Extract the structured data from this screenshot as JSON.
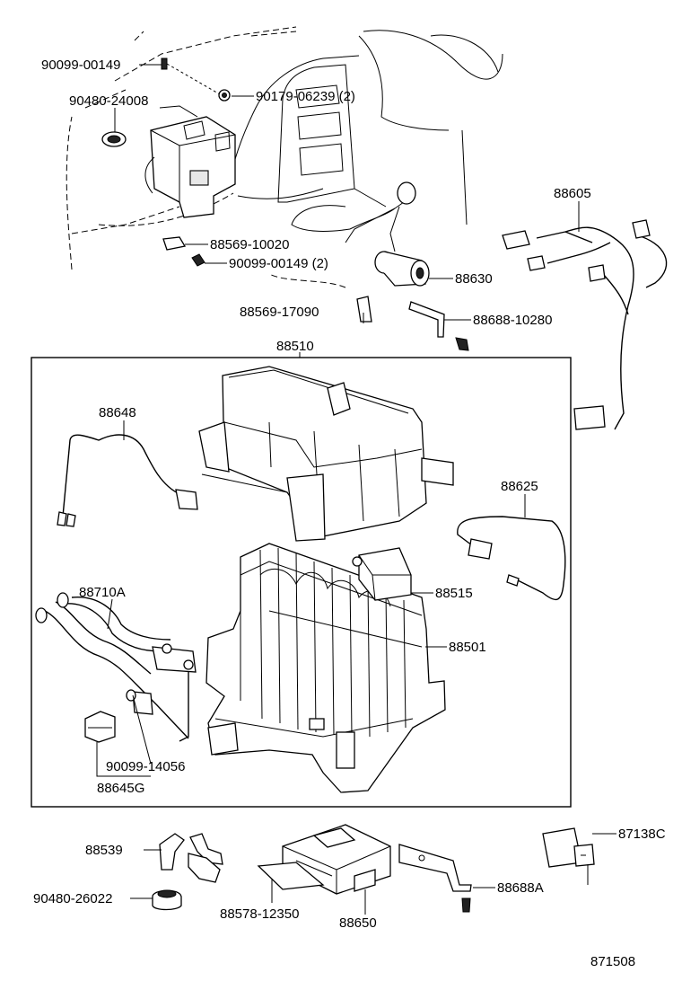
{
  "labels": {
    "p90099_00149_top": "90099-00149",
    "p90480_24008": "90480-24008",
    "p90179_06239": "90179-06239 (2)",
    "p88569_10020": "88569-10020",
    "p90099_00149_2": "90099-00149 (2)",
    "p88569_17090": "88569-17090",
    "p88630": "88630",
    "p88688_10280": "88688-10280",
    "p88605": "88605",
    "p88510": "88510",
    "p88648": "88648",
    "p88625": "88625",
    "p88515": "88515",
    "p88710A": "88710A",
    "p88501": "88501",
    "p90099_14056": "90099-14056",
    "p88645G": "88645G",
    "p88539": "88539",
    "p90480_26022": "90480-26022",
    "p88578_12350": "88578-12350",
    "p88650": "88650",
    "p88688A": "88688A",
    "p87138C": "87138C",
    "ref_code": "871508"
  }
}
